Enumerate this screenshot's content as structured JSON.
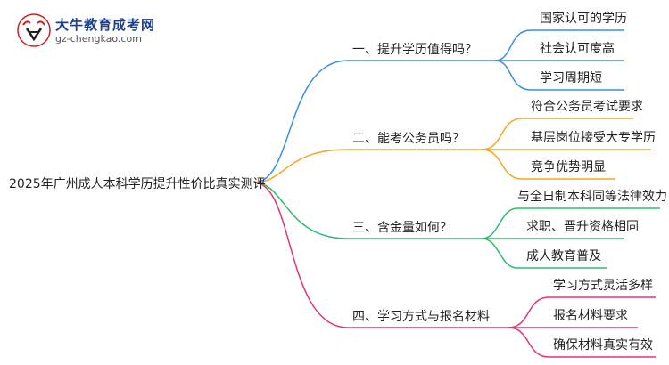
{
  "logo": {
    "name": "大牛教育成考网",
    "url": "gz-chengkao.com"
  },
  "root": {
    "label": "2025年广州成人本科学历提升性价比真实测评"
  },
  "branches": [
    {
      "label": "一、提升学历值得吗？",
      "color": "#3a8ee6",
      "leaves": [
        "国家认可的学历",
        "社会认可度高",
        "学习周期短"
      ]
    },
    {
      "label": "二、能考公务员吗？",
      "color": "#f5a623",
      "leaves": [
        "符合公务员考试要求",
        "基层岗位接受大专学历",
        "竞争优势明显"
      ]
    },
    {
      "label": "三、含金量如何？",
      "color": "#2ebd6b",
      "leaves": [
        "与全日制本科同等法律效力",
        "求职、晋升资格相同",
        "成人教育普及"
      ]
    },
    {
      "label": "四、学习方式与报名材料",
      "color": "#e8336d",
      "leaves": [
        "学习方式灵活多样",
        "报名材料要求",
        "确保材料真实有效"
      ]
    }
  ]
}
